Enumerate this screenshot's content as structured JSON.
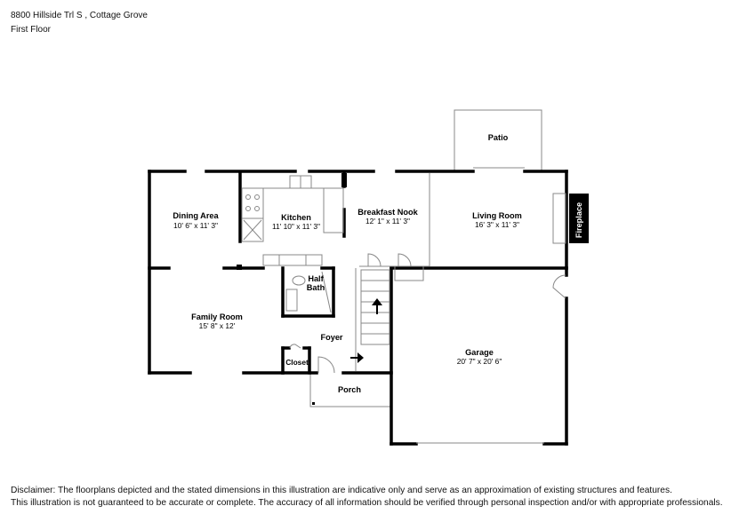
{
  "header": {
    "address": "8800 Hillside Trl S , Cottage Grove",
    "floor": "First Floor"
  },
  "rooms": {
    "patio": {
      "name": "Patio"
    },
    "dining": {
      "name": "Dining Area",
      "dims": "10' 6\" x 11' 3\""
    },
    "kitchen": {
      "name": "Kitchen",
      "dims": "11' 10\" x 11' 3\""
    },
    "nook": {
      "name": "Breakfast Nook",
      "dims": "12' 1\" x 11' 3\""
    },
    "living": {
      "name": "Living Room",
      "dims": "16' 3\" x 11' 3\""
    },
    "fireplace": {
      "name": "Fireplace"
    },
    "half_bath": {
      "name_line1": "Half",
      "name_line2": "Bath"
    },
    "family": {
      "name": "Family Room",
      "dims": "15' 8\" x 12'"
    },
    "foyer": {
      "name": "Foyer"
    },
    "closet": {
      "name": "Closet"
    },
    "porch": {
      "name": "Porch"
    },
    "garage": {
      "name": "Garage",
      "dims": "20' 7\" x 20' 6\""
    }
  },
  "disclaimer": {
    "line1": "Disclaimer: The floorplans depicted and the stated dimensions in this illustration are indicative only and serve as an approximation of existing structures and features.",
    "line2": "This illustration is not guaranteed to be accurate or complete. The accuracy of all information should be verified through personal inspection and/or with appropriate professionals."
  },
  "colors": {
    "wall": "#000000",
    "fixture": "#888888",
    "background": "#ffffff"
  }
}
